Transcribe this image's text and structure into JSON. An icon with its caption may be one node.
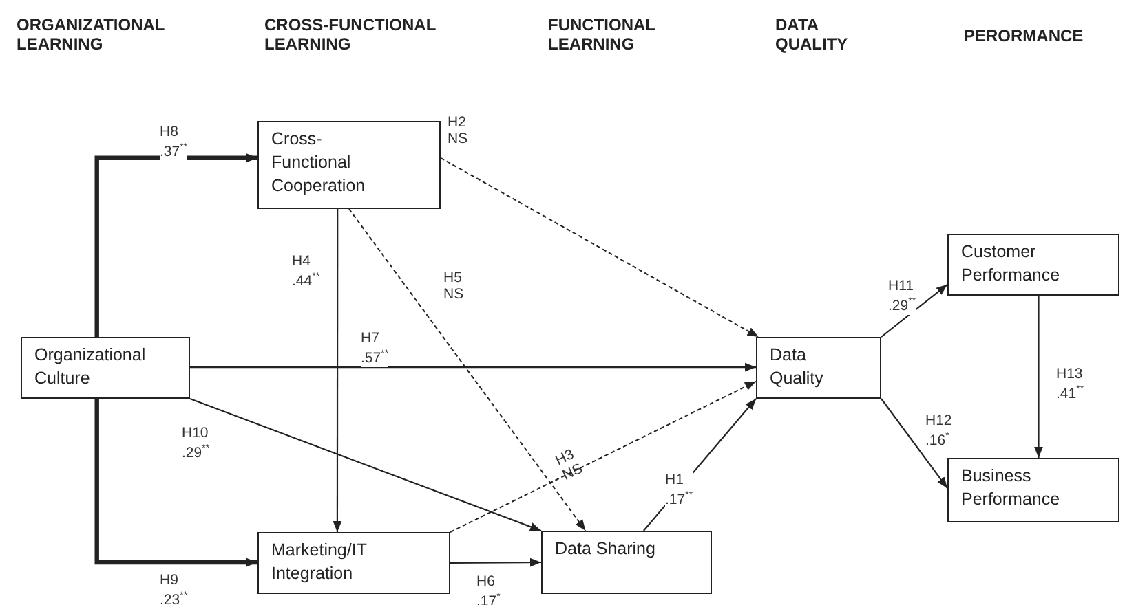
{
  "diagram": {
    "nodes": [
      {
        "text": [
          "Organizational Culture"
        ]
      },
      {
        "text": [
          "Cross-Functional Cooperation"
        ]
      },
      {
        "text": [
          "Marketing/IT Integration"
        ]
      },
      {
        "text": [
          "Data Sharing"
        ]
      },
      {
        "text": [
          "Data Quality"
        ]
      },
      {
        "text": [
          "Customer Performance"
        ]
      },
      {
        "text": [
          "Business Performance"
        ]
      }
    ],
    "edges": [
      {
        "from": 0,
        "to": 1,
        "arrow": "to",
        "label": "H8 .37$^{**}$",
        "style": "thick"
      },
      {
        "from": 1,
        "to": 4,
        "arrow": "to",
        "label": "H2 NS",
        "style": "dashed"
      },
      {
        "from": 1,
        "to": 2,
        "arrow": "to",
        "label": "H4 .44$^{**}$"
      },
      {
        "from": 1,
        "to": 3,
        "arrow": "to",
        "label": "H5 NS",
        "style": "dashed"
      },
      {
        "from": 0,
        "to": 4,
        "arrow": "to",
        "label": "H7 .57$^{**}$"
      },
      {
        "from": 0,
        "to": 3,
        "arrow": "to",
        "label": "H10 .29$^{**}$"
      },
      {
        "from": 0,
        "to": 2,
        "arrow": "to",
        "label": "H9 .23$^{**}$",
        "style": "thick"
      },
      {
        "from": 2,
        "to": 4,
        "arrow": "to",
        "label": "H3 NS",
        "style": "dashed"
      },
      {
        "from": 2,
        "to": 3,
        "arrow": "to",
        "label": "H6 .17$^{*}$"
      },
      {
        "from": 3,
        "to": 4,
        "arrow": "to",
        "label": "H1 .17$^{**}$"
      },
      {
        "from": 4,
        "to": 5,
        "arrow": "to",
        "label": "H11 .29$^{**}$"
      },
      {
        "from": 4,
        "to": 6,
        "arrow": "to",
        "label": "H12 .16$^{*}$"
      },
      {
        "from": 5,
        "to": 6,
        "arrow": "to",
        "label": "H13 .41$^{**}$"
      }
    ],
    "labels": [
      "ORGANIZATIONAL LEARNING",
      "CROSS-FUNCTIONAL LEARNING",
      "FUNCTIONAL LEARNING",
      "DATA QUALITY",
      "PERORMANCE"
    ]
  }
}
